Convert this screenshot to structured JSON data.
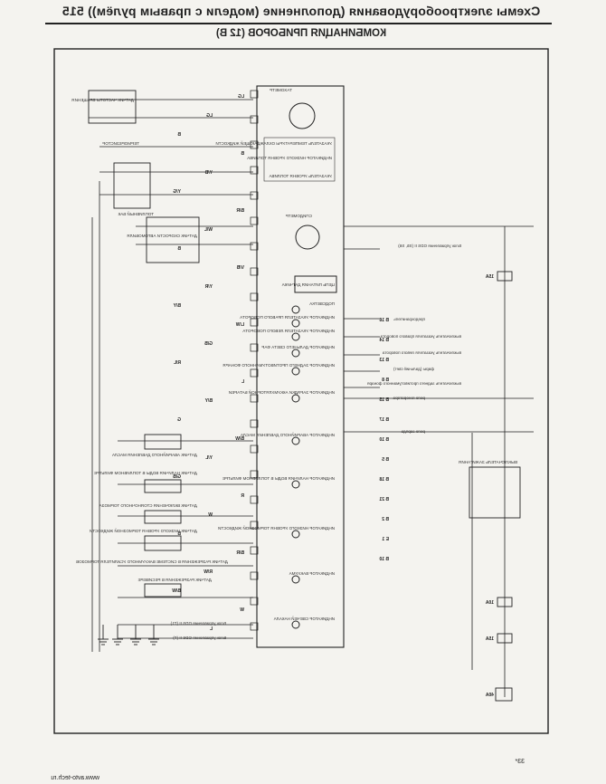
{
  "header": {
    "title": "Схемы электрооборудования (дополнение (модели с правым рулём)) 515",
    "subtitle": "КОМБИНАЦИЯ ПРИБОРОВ (12 В)"
  },
  "gauges": {
    "tachometer": "ТАХОМЕТР",
    "temp_gauge": "УКАЗАТЕЛЬ ТЕМПЕРАТУРЫ ОХЛАЖДАЮЩЕЙ ЖИДКОСТИ",
    "fuel_gauge": "УКАЗАТЕЛЬ УРОВНЯ ТОПЛИВА",
    "low_fuel_indicator": "ИНДИКАТОР НИЗКОГО УРОВНЯ ТОПЛИВА",
    "speedometer": "СПИДОМЕТР",
    "power_circuit": "ЦЕПЬ ПИТАНИЯ ДАТЧИКА"
  },
  "indicators": [
    {
      "id": "illumination",
      "label": "ПОДСВЕТКА"
    },
    {
      "id": "right_turn",
      "label": "ИНДИКАТОР УКАЗАТЕЛЯ ПРАВОГО ПОВОРОТА"
    },
    {
      "id": "left_turn",
      "label": "ИНДИКАТОР УКАЗАТЕЛЯ ЛЕВОГО ПОВОРОТА"
    },
    {
      "id": "high_beam",
      "label": "ИНДИКАТОР ДАЛЬНЕГО СВЕТА ФАР"
    },
    {
      "id": "rear_fog",
      "label": "ИНДИКАТОР ЗАДНЕГО ПРОТИВОТУМАННОГО ФОНАРЯ"
    },
    {
      "id": "charge",
      "label": "ИНДИКАТОР ЗАРЯДКИ АККУМУЛЯТОРНОЙ БАТАРЕИ"
    },
    {
      "id": "oil_pressure",
      "label": "ИНДИКАТОР АВАРИЙНОГО ДАВЛЕНИЯ МАСЛА"
    },
    {
      "id": "water_in_fuel",
      "label": "ИНДИКАТОР НАЛИЧИЯ ВОДЫ В ТОПЛИВНОМ ФИЛЬТРЕ"
    },
    {
      "id": "brake_fluid",
      "label": "ИНДИКАТОР НИЗКОГО УРОВНЯ ТОРМОЗНОЙ ЖИДКОСТИ"
    },
    {
      "id": "vacuum",
      "label": "ИНДИКАТОР ВАКУУМА"
    },
    {
      "id": "glow",
      "label": "ИНДИКАТОР СВЕЧЕЙ НАКАЛА"
    }
  ],
  "sensors": {
    "speed_sensor": "ДАТЧИК ЧАСТОТЫ ВРАЩЕНИЯ",
    "thermoresistor": "ТЕРМОРЕЗИСТОР",
    "fuel_tank": "ТОПЛИВНЫЙ БАК",
    "speed_sensor_vehicle": "ДАТЧИК СКОРОСТИ АВТОМОБИЛЯ",
    "oil_switch": "ДАТЧИК АВАРИЙНОГО ДАВЛЕНИЯ МАСЛА",
    "water_sensor": "ДАТЧИК НАЛИЧИЯ ВОДЫ В ТОПЛИВНОМ ФИЛЬТРЕ",
    "parking_brake": "ДАТЧИК ВКЛЮЧЕНИЯ СТОЯНОЧНОГО ТОРМОЗА",
    "brake_level": "ДАТЧИК НИЗКОГО УРОВНЯ ТОРМОЗНОЙ ЖИДКОСТИ",
    "vacuum_booster": "ДАТЧИК РАЗРЕЖЕНИЯ В СИСТЕМЕ ВАКУУМНОГО УСИЛИТЕЛЯ ТОРМОЗОВ",
    "vacuum_receiver": "ДАТЧИК РАЗРЕЖЕНИЯ В РЕСИВЕРЕ",
    "ignition_switch": "ВЫКЛЮЧАТЕЛЬ ЗАЖИГАНИЯ"
  },
  "right_labels": [
    "Блок управления GDS II (S5, S6)",
    "предохранитель",
    "выключатель указателя правого поворота",
    "выключатель указателя левого поворота",
    "фары (дальний свет)",
    "выключатель заднего противотуманного фонаря",
    "реле генератора",
    "реле заряда",
    "Блок управления GDS II (T1)",
    "Блок управления GDS II (T)"
  ],
  "wire_codes": [
    "LG",
    "LG",
    "B",
    "B",
    "Y/B",
    "Y/G",
    "B/R",
    "W/L",
    "B",
    "V/B",
    "Y/R",
    "B/Y",
    "L/W",
    "G/B",
    "R/L",
    "L",
    "B/Y",
    "G",
    "B/W",
    "Y/L",
    "G/B",
    "R",
    "W",
    "B",
    "B/R",
    "R/W",
    "B/W",
    "W",
    "L"
  ],
  "connector_codes": [
    "B 16",
    "B 14",
    "B 13",
    "B 8",
    "B 15",
    "B 17",
    "B 10",
    "B 5",
    "B 18",
    "B 21",
    "B 2",
    "E 1",
    "B 10"
  ],
  "fuses": [
    "15A",
    "10A",
    "15A",
    "40A"
  ],
  "footer": {
    "page_number": "33*",
    "watermark": "www.avto-tech.ru"
  }
}
